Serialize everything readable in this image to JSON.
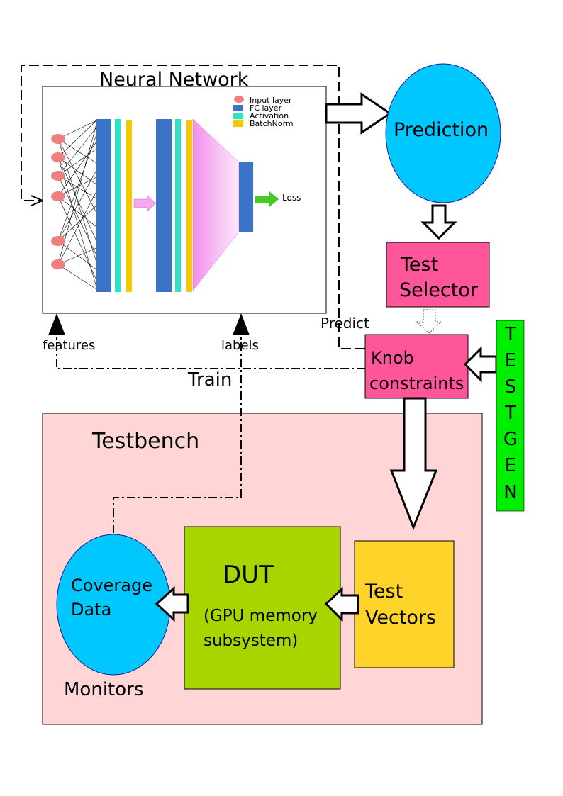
{
  "neural_network": {
    "title": "Neural Network",
    "legend": [
      "Input layer",
      "FC layer",
      "Activation",
      "BatchNorm"
    ],
    "loss_label": "Loss",
    "features_label": "features",
    "labels_label": "labels"
  },
  "prediction_label": "Prediction",
  "test_selector": {
    "line1": "Test",
    "line2": "Selector"
  },
  "predict_label": "Predict",
  "knob_constraints": {
    "line1": "Knob",
    "line2": "constraints"
  },
  "testgen_letters": [
    "T",
    "E",
    "S",
    "T",
    "G",
    "E",
    "N"
  ],
  "train_label": "Train",
  "testbench": {
    "title": "Testbench",
    "coverage": {
      "line1": "Coverage",
      "line2": "Data"
    },
    "monitors_label": "Monitors",
    "dut": {
      "title": "DUT",
      "line1": "(GPU memory",
      "line2": "subsystem)"
    },
    "test_vectors": {
      "line1": "Test",
      "line2": "Vectors"
    }
  },
  "colors": {
    "input_node": "#f08080",
    "fc_layer": "#3a73c8",
    "activation": "#2ee3c3",
    "batchnorm": "#f5c800",
    "prediction": "#00c8ff",
    "test_selector": "#ff5599",
    "testgen": "#00ee00",
    "testbench_bg": "#ffd5d5",
    "dut": "#a8d400",
    "test_vectors": "#ffd42a",
    "loss_arrow": "#44cc22",
    "funnel": "#f4a8f0"
  }
}
